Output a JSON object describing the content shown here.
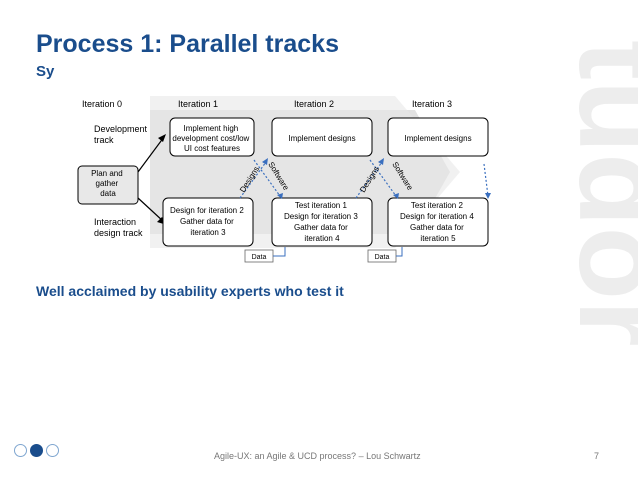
{
  "slide": {
    "title": "Process 1: Parallel tracks",
    "subtitle": "Sy",
    "note": "Well acclaimed by usability experts who test it",
    "footer": "Agile-UX: an Agile &  UCD process?  –  Lou Schwartz",
    "page_number": "7",
    "watermark": "tudor"
  },
  "diagram": {
    "iterations": [
      "Iteration 0",
      "Iteration 1",
      "Iteration 2",
      "Iteration 3"
    ],
    "tracks": {
      "development": [
        "Development",
        "track"
      ],
      "interaction": [
        "Interaction",
        "design track"
      ]
    },
    "plan": [
      "Plan and",
      "gather",
      "data"
    ],
    "dev_boxes": [
      [
        "Implement high",
        "development cost/low",
        "UI cost features"
      ],
      [
        "Implement designs"
      ],
      [
        "Implement designs"
      ]
    ],
    "design_boxes": [
      [
        "Design for iteration 2",
        "Gather data for",
        "iteration 3"
      ],
      [
        "Test iteration 1",
        "Design for iteration 3",
        "Gather data for",
        "iteration 4"
      ],
      [
        "Test iteration 2",
        "Design for iteration 4",
        "Gather data for",
        "iteration 5"
      ]
    ],
    "flow_labels": {
      "designs": "Designs",
      "software": "Software",
      "data": "Data"
    }
  },
  "colors": {
    "title": "#1a4d8c",
    "band": "#dcdcdc",
    "watermark": "#ededed",
    "dot_dark": "#1a4d8c",
    "dot_light": "#7fa6d0",
    "link": "#3a6fbf"
  }
}
